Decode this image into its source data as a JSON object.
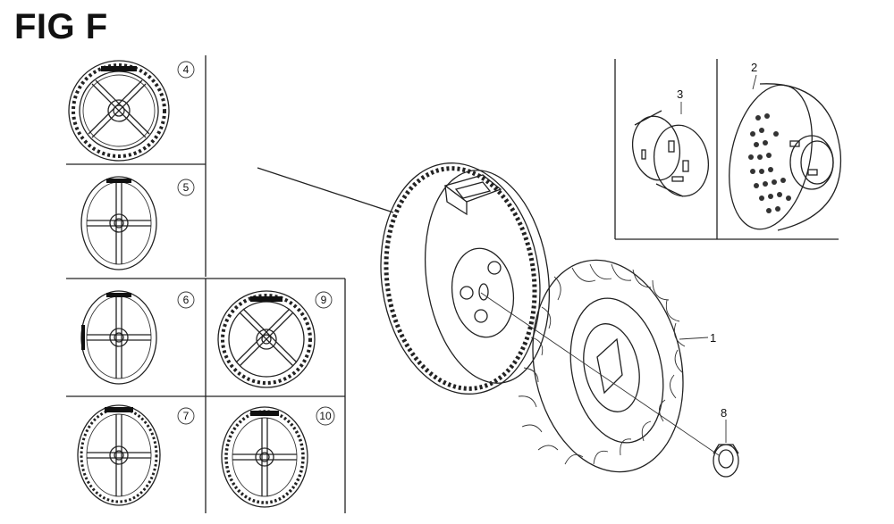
{
  "figure": {
    "title": "FIG F"
  },
  "variants": [
    {
      "ref": "4",
      "style": "x-spokes-toothed"
    },
    {
      "ref": "5",
      "style": "cross-plain"
    },
    {
      "ref": "6",
      "style": "cross-plain-marked"
    },
    {
      "ref": "7",
      "style": "cross-toothed"
    },
    {
      "ref": "9",
      "style": "x-spokes-toothed"
    },
    {
      "ref": "10",
      "style": "cross-toothed"
    }
  ],
  "callouts": [
    "1",
    "2",
    "3",
    "8"
  ],
  "colors": {
    "line": "#222222",
    "background": "#ffffff"
  }
}
